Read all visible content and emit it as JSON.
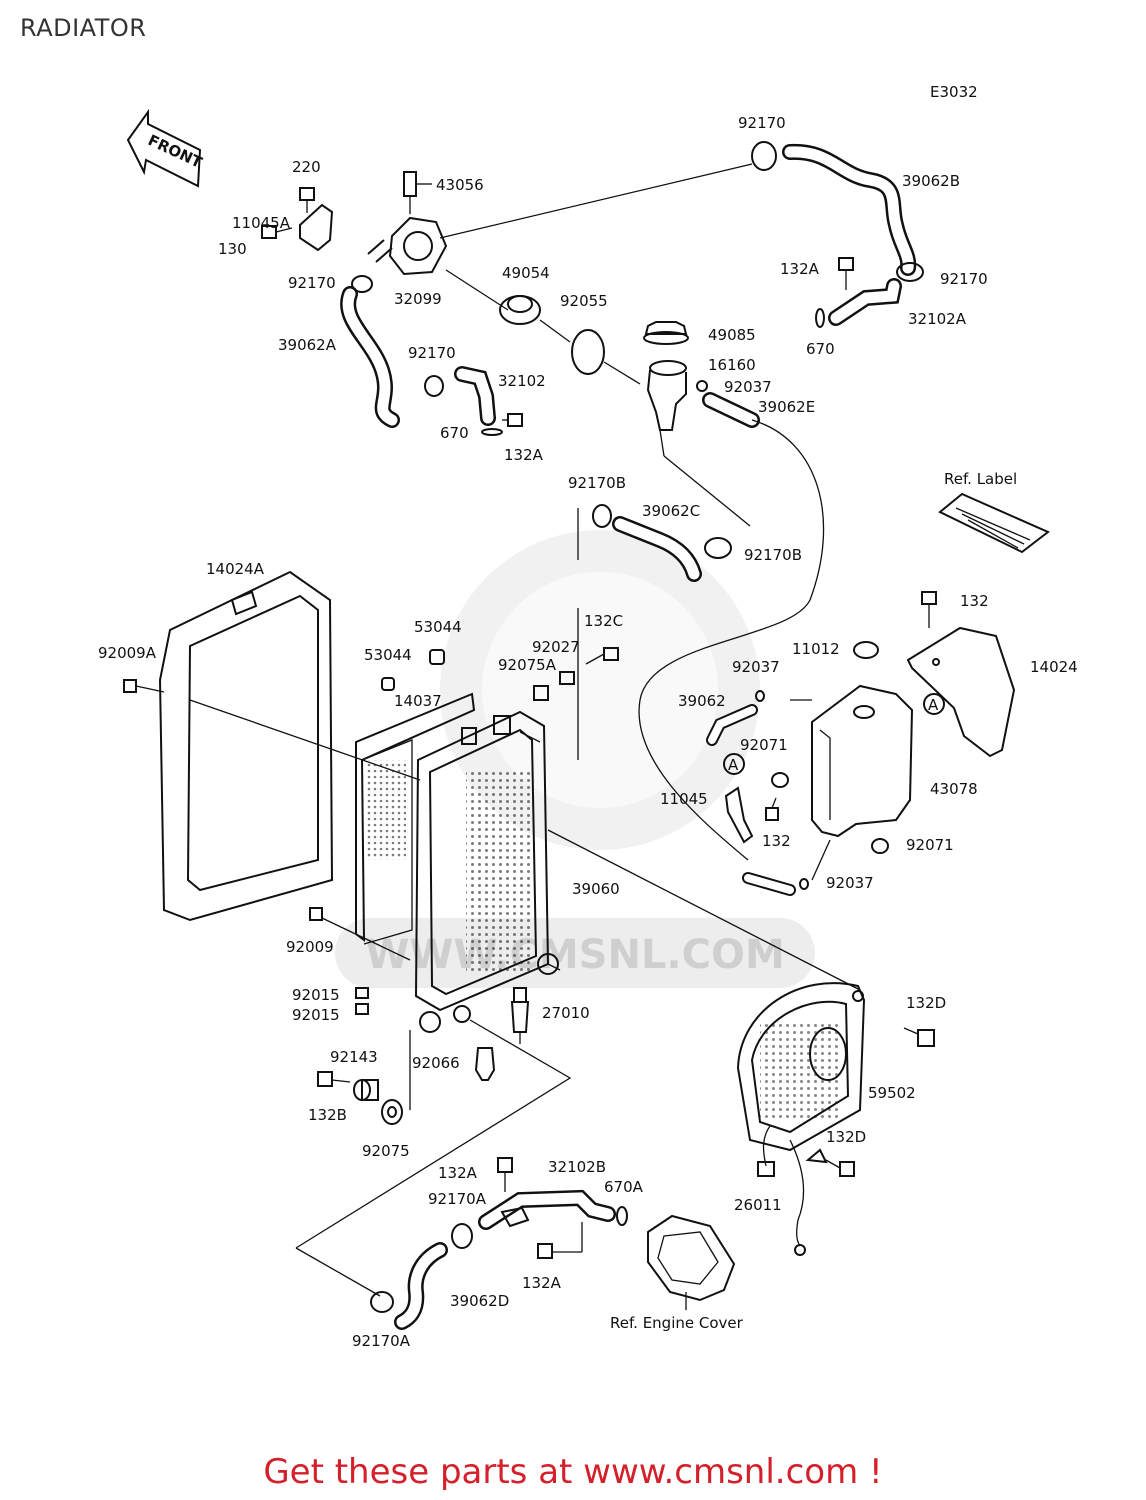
{
  "title": "RADIATOR",
  "diagram_code": "E3032",
  "front_arrow_label": "FRONT",
  "watermark_text": "WWW.CMSNL.COM",
  "footer_text": "Get these parts at www.cmsnl.com !",
  "colors": {
    "footer": "#d4202a",
    "line": "#111111",
    "watermark": "#d8d8d8"
  },
  "labels": {
    "p220": "220",
    "p11045A": "11045A",
    "p130": "130",
    "p43056": "43056",
    "p92170_top": "92170",
    "p39062B": "39062B",
    "p132A_top": "132A",
    "p92170_right": "92170",
    "p32102A": "32102A",
    "p670_right": "670",
    "p49054": "49054",
    "p92170_left": "92170",
    "p32099": "32099",
    "p92055": "92055",
    "p49085": "49085",
    "p39062A": "39062A",
    "p92170_mid": "92170",
    "p32102": "32102",
    "p16160": "16160",
    "p92037_top": "92037",
    "p39062E": "39062E",
    "p670_left": "670",
    "p132A_left": "132A",
    "ref_label": "Ref. Label",
    "p92170B_top": "92170B",
    "p39062C": "39062C",
    "p92170B_right": "92170B",
    "p14024A": "14024A",
    "p132_top": "132",
    "p53044_a": "53044",
    "p132C": "132C",
    "p92009A": "92009A",
    "p53044_b": "53044",
    "p92027": "92027",
    "p92075A": "92075A",
    "p11012": "11012",
    "p14024": "14024",
    "p14037": "14037",
    "p92037_mid": "92037",
    "p39062": "39062",
    "p92071_a": "92071",
    "p43078": "43078",
    "p11045": "11045",
    "p132_mid": "132",
    "p92071_b": "92071",
    "p92037_low": "92037",
    "p39060": "39060",
    "p92009": "92009",
    "p92015_a": "92015",
    "p92015_b": "92015",
    "p27010": "27010",
    "p132D_a": "132D",
    "p92143": "92143",
    "p92066": "92066",
    "p59502": "59502",
    "p132B": "132B",
    "p92075": "92075",
    "p132D_b": "132D",
    "p132A_bot1": "132A",
    "p32102B": "32102B",
    "p670A": "670A",
    "p92170A_a": "92170A",
    "p26011": "26011",
    "p132A_bot2": "132A",
    "p39062D": "39062D",
    "p92170A_b": "92170A",
    "ref_engine_cover": "Ref. Engine Cover",
    "marker_a1": "A",
    "marker_a2": "A"
  }
}
